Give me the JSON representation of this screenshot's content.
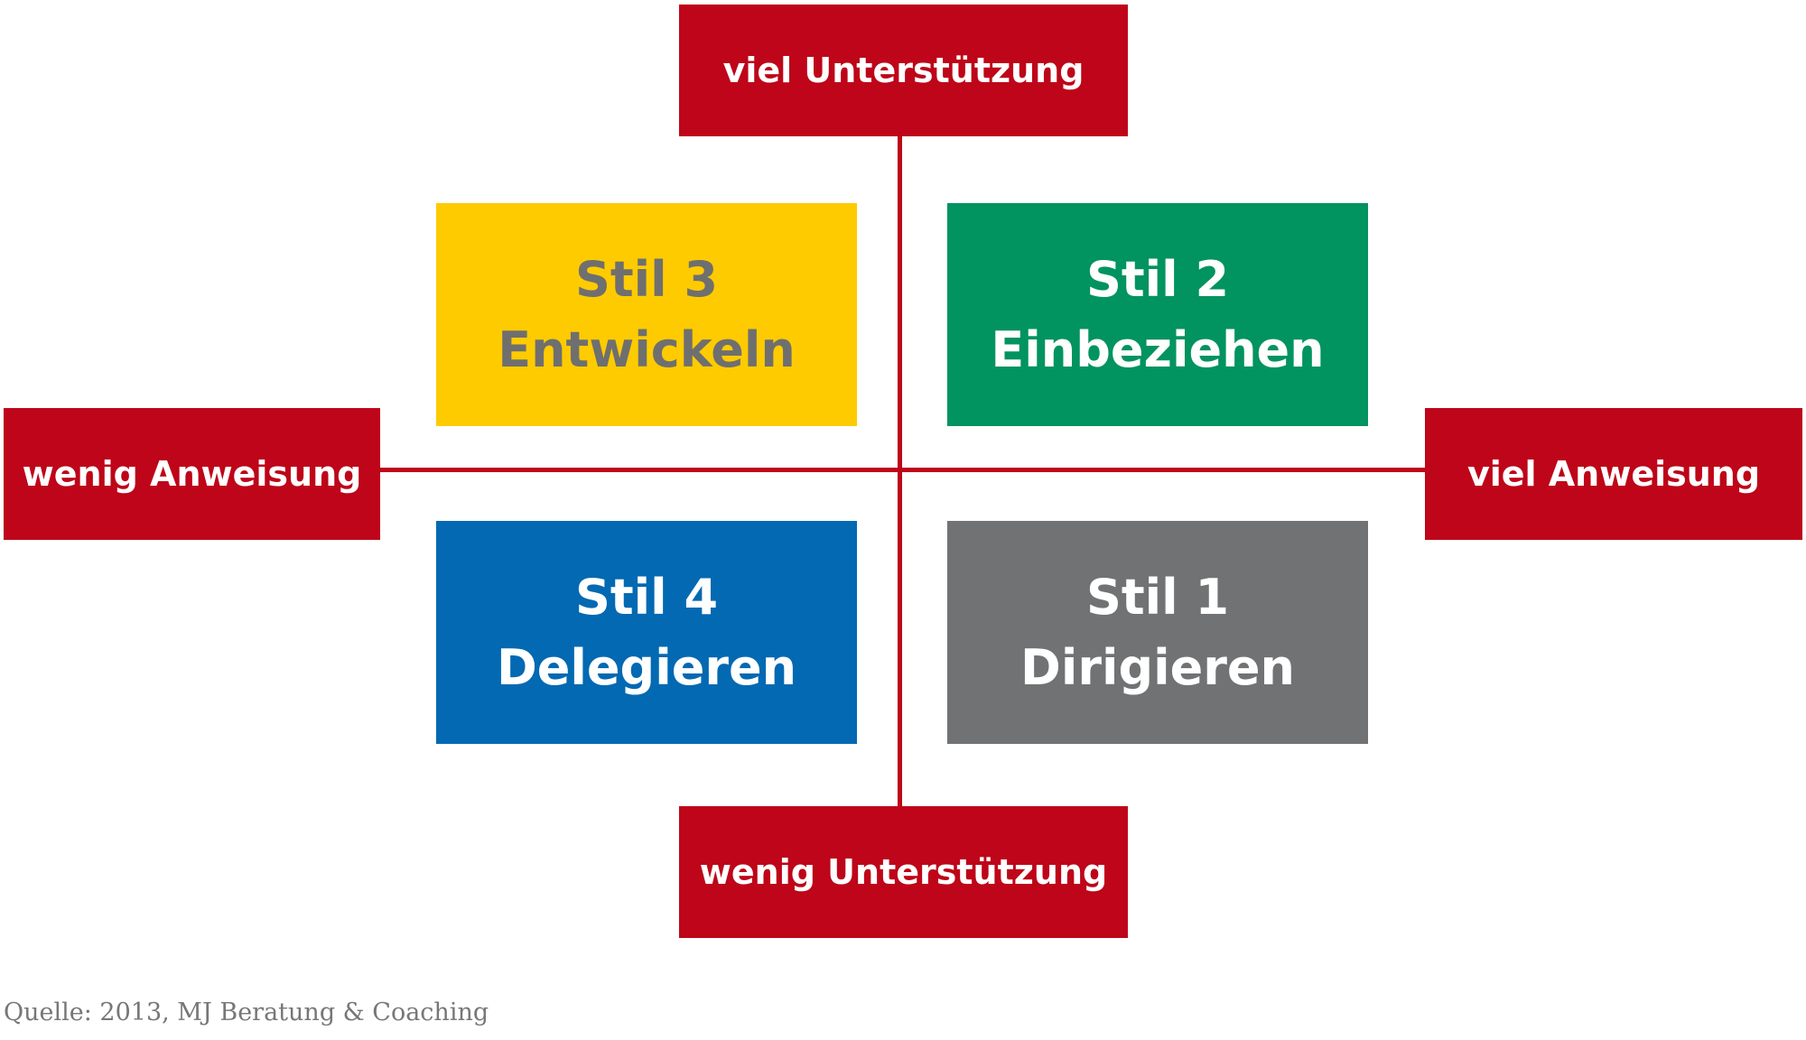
{
  "colors": {
    "axis_red": "#be0519",
    "yellow": "#fecb00",
    "green": "#019360",
    "blue": "#0269b2",
    "gray": "#717273",
    "gray_text": "#6f6f6f",
    "white_text": "#ffffff"
  },
  "axes": {
    "top": "viel Unterstützung",
    "bottom": "wenig Unterstützung",
    "left": "wenig Anweisung",
    "right": "viel Anweisung"
  },
  "quadrants": {
    "top_left": {
      "line1": "Stil 3",
      "line2": "Entwickeln"
    },
    "top_right": {
      "line1": "Stil 2",
      "line2": "Einbeziehen"
    },
    "bottom_left": {
      "line1": "Stil 4",
      "line2": "Delegieren"
    },
    "bottom_right": {
      "line1": "Stil 1",
      "line2": "Dirigieren"
    }
  },
  "source": "Quelle: 2013, MJ Beratung & Coaching"
}
